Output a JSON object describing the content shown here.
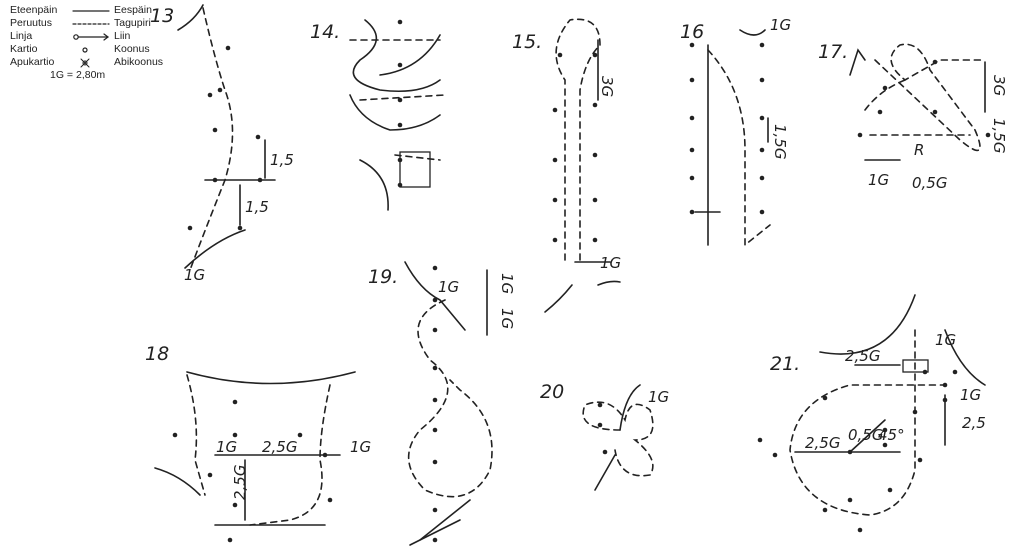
{
  "legend": {
    "rows": [
      {
        "left": "Eteenpäin",
        "symbol": "solid-line",
        "right": "Eespäin"
      },
      {
        "left": "Peruutus",
        "symbol": "dashed-line",
        "right": "Tagupiri"
      },
      {
        "left": "Linja",
        "symbol": "line-with-circle-arrow",
        "right": "Liin"
      },
      {
        "left": "Kartio",
        "symbol": "cone-dot",
        "right": "Koonus"
      },
      {
        "left": "Apukartio",
        "symbol": "auxiliary-cone-cross",
        "right": "Abikoonus"
      }
    ],
    "scale": "1G = 2,80m"
  },
  "exercises": {
    "e13": {
      "number": "13",
      "labels": [
        "1,5",
        "1,5",
        "1G"
      ]
    },
    "e14": {
      "number": "14."
    },
    "e15": {
      "number": "15.",
      "labels": [
        "3G",
        "1G"
      ]
    },
    "e16": {
      "number": "16",
      "labels": [
        "1G",
        "1,5G"
      ]
    },
    "e17": {
      "number": "17.",
      "labels": [
        "3G",
        "1,5G",
        "1G",
        "0,5G",
        "R"
      ]
    },
    "e18": {
      "number": "18",
      "labels": [
        "1G",
        "2,5G",
        "1G",
        "2,5G"
      ]
    },
    "e19": {
      "number": "19.",
      "labels": [
        "1G",
        "1G",
        "1G"
      ]
    },
    "e20": {
      "number": "20",
      "labels": [
        "1G"
      ]
    },
    "e21": {
      "number": "21.",
      "labels": [
        "2,5G",
        "1G",
        "1G",
        "2,5",
        "2,5G",
        "0,5G",
        "45°"
      ]
    }
  }
}
